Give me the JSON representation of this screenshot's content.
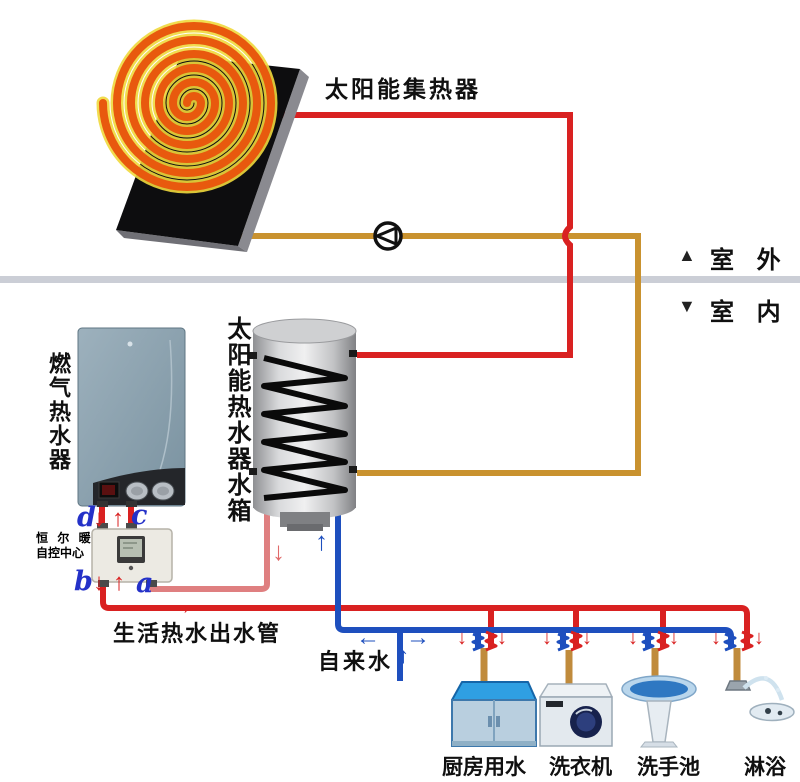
{
  "labels": {
    "solar_collector": "太阳能集热器",
    "outdoor": "室 外",
    "indoor": "室 内",
    "tank_vertical": "太阳能热水器水箱",
    "gas_heater_vertical": "燃气热水器",
    "controller_line1": "恒 尔 暖",
    "controller_line2": "自控中心",
    "hot_water_outlet_pipe": "生活热水出水管",
    "tap_water": "自来水"
  },
  "fixtures": [
    {
      "label": "厨房用水"
    },
    {
      "label": "洗衣机"
    },
    {
      "label": "洗手池"
    },
    {
      "label": "淋浴"
    }
  ],
  "ports": {
    "top_left": "d",
    "top_right": "c",
    "bottom_left": "b",
    "bottom_right": "a"
  },
  "glyphs": {
    "down_arrow": "↓",
    "up_arrow": "↑",
    "left_arrow": "←",
    "right_arrow": "→",
    "triangle_up": "▲",
    "triangle_down": "▼"
  },
  "colors": {
    "hot_pipe_red": "#d92121",
    "solar_return_orange": "#c9922f",
    "cold_pipe_blue": "#1e4fbe",
    "warm_pipe_pink": "#df7f80",
    "fixture_pipe_tan": "#c08b3c",
    "wall_line_gray": "#cbced6",
    "sun_spiral_orange": "#e8590e",
    "sun_spiral_halo": "#f0d83c"
  }
}
